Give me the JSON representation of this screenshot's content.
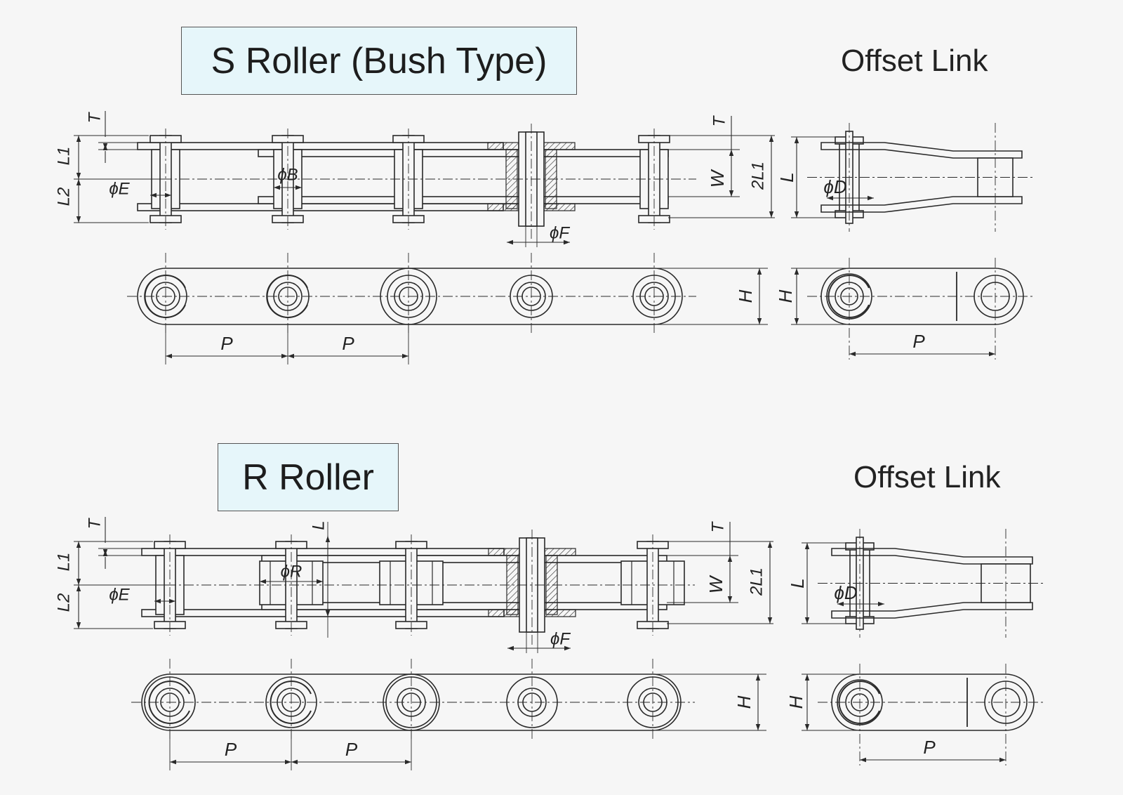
{
  "sections": [
    {
      "title": "S Roller (Bush Type)",
      "offset_title": "Offset Link",
      "labels": {
        "T": "T",
        "L1": "L1",
        "L2": "L2",
        "E": "ϕE",
        "B": "ϕB",
        "F": "ϕF",
        "T2": "T",
        "W": "W",
        "2L1": "2L1",
        "L": "L",
        "D": "ϕD",
        "H": "H",
        "H2": "H",
        "P1": "P",
        "P2": "P",
        "P3": "P"
      }
    },
    {
      "title": "R Roller",
      "offset_title": "Offset Link",
      "labels": {
        "T": "T",
        "L1": "L1",
        "L2": "L2",
        "E": "ϕE",
        "R": "ϕR",
        "Lr": "L",
        "F": "ϕF",
        "T2": "T",
        "W": "W",
        "2L1": "2L1",
        "L": "L",
        "D": "ϕD",
        "H": "H",
        "H2": "H",
        "P1": "P",
        "P2": "P",
        "P3": "P"
      }
    }
  ],
  "colors": {
    "line": "#2a2a2a",
    "title_fill": "#e6f6fa",
    "background": "#f6f6f6"
  }
}
